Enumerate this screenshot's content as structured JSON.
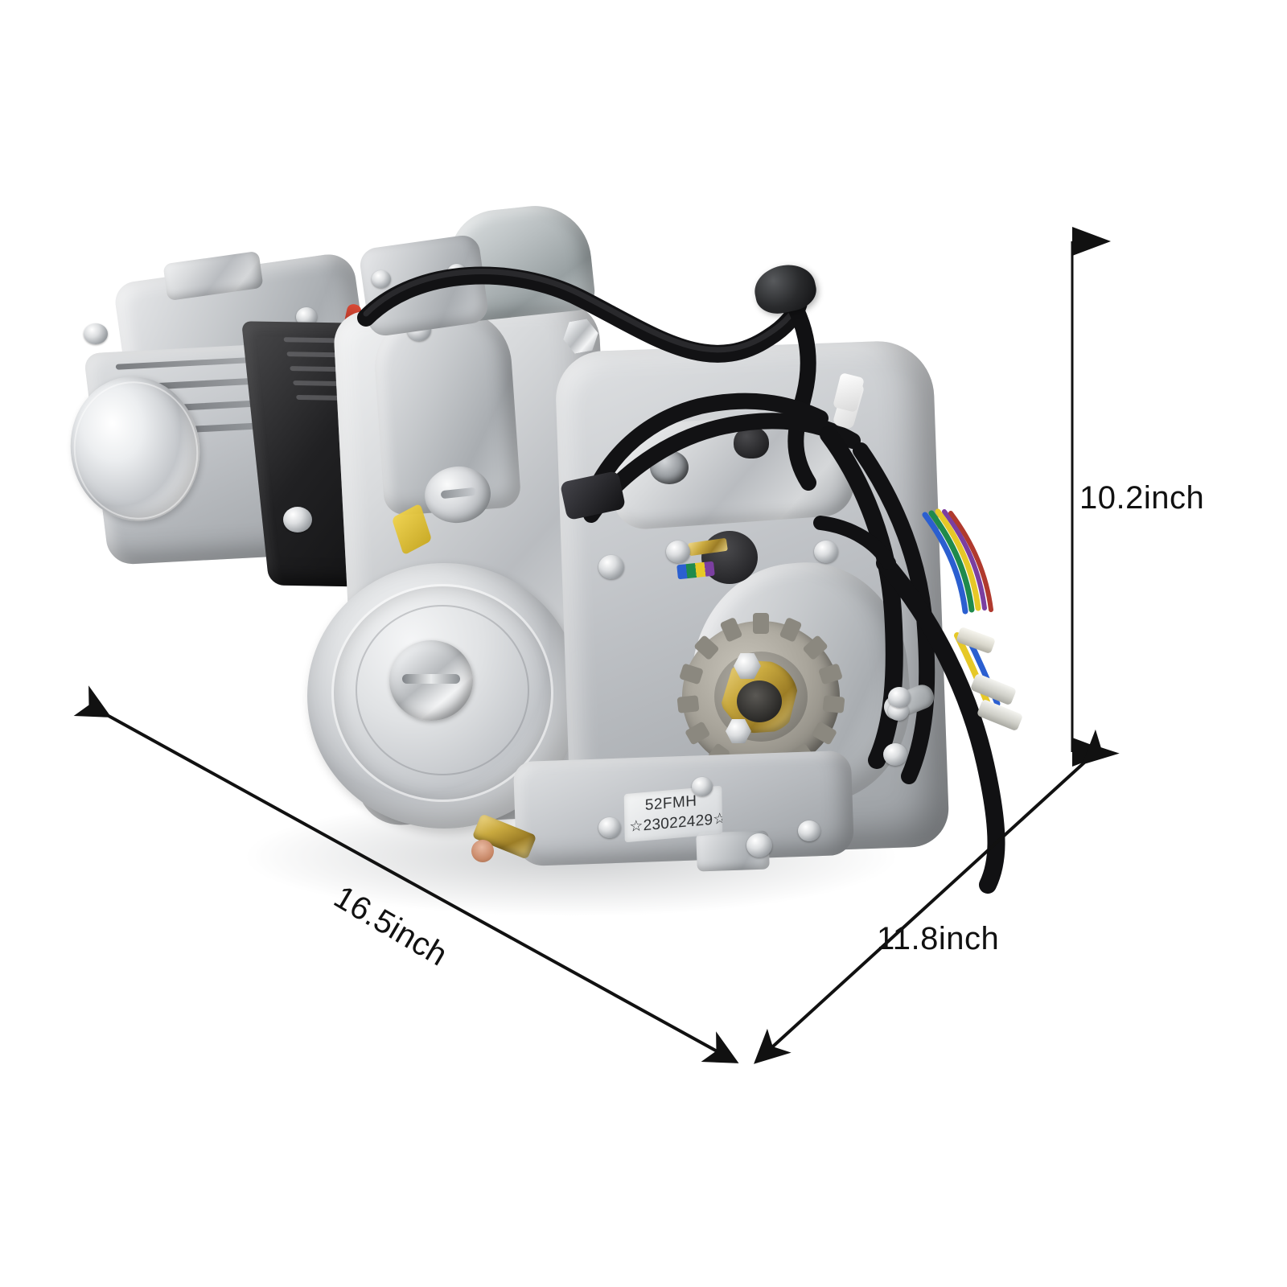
{
  "image": {
    "type": "product-photo-with-dimensions",
    "subject": "motorcycle engine assembly",
    "background_color": "#ffffff"
  },
  "dimensions": {
    "height": {
      "label": "10.2inch",
      "axis": "vertical",
      "arrow": "double-headed"
    },
    "width": {
      "label": "16.5inch",
      "axis": "diagonal-left",
      "arrow": "double-headed"
    },
    "depth": {
      "label": "11.8inch",
      "axis": "diagonal-right",
      "arrow": "double-headed"
    }
  },
  "markings": {
    "engine_model": "52FMH",
    "serial_number": "23022429",
    "serial_prefix_glyph": "☆",
    "serial_suffix_glyph": "☆"
  },
  "colors": {
    "background": "#ffffff",
    "aluminium": "#c8cbcf",
    "dark_casting": "#1b1b1d",
    "cable_black": "#141416",
    "gold_plating": "#c9a93f",
    "chrome": "#e7e9eb",
    "annotation": "#111111",
    "wire_blue": "#2b5fd0",
    "wire_green": "#1f8a4c",
    "wire_yellow": "#e6c827",
    "wire_red": "#c0392b",
    "wire_purple": "#7b3fa0"
  },
  "parts": {
    "cylinder_head_cover": "cylinder-head-cover",
    "valve_cap": "round-valve-inspection-cap",
    "cooling_fins": "cylinder-cooling-fins",
    "starter_motor": "electric-starter-motor",
    "clutch_cover": "right-side-clutch-cover",
    "clutch_cap": "chrome-clutch-inspection-cap",
    "front_sprocket": "front-drive-sprocket",
    "sprocket_retainer": "sprocket-retainer-plate",
    "gear_shift_shaft": "splined-gear-shift-shaft",
    "spark_plug_cap": "spark-plug-cap",
    "wiring_harness": "wiring-harness-connectors",
    "oil_drain_bolt": "oil-drain-bolt",
    "breather_hose": "crankcase-breather-hose",
    "serial_label": "engine-serial-label"
  }
}
